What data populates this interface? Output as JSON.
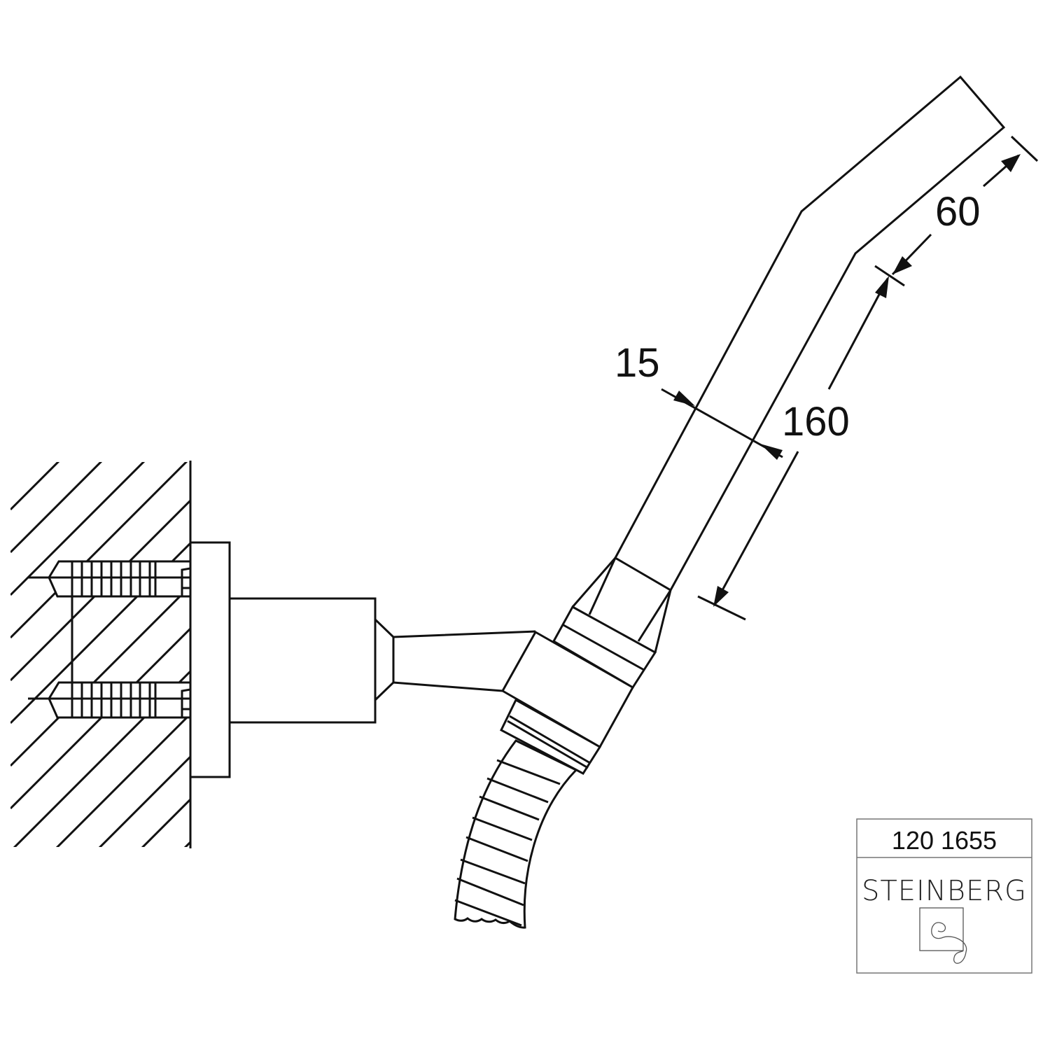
{
  "dimensions": {
    "head_width": "60",
    "handle_length": "160",
    "handle_diameter": "15"
  },
  "title_block": {
    "article_number": "120 1655",
    "brand": "STEINBERG"
  },
  "colors": {
    "line": "#111111",
    "background": "#ffffff",
    "title_block_border": "#777777"
  }
}
